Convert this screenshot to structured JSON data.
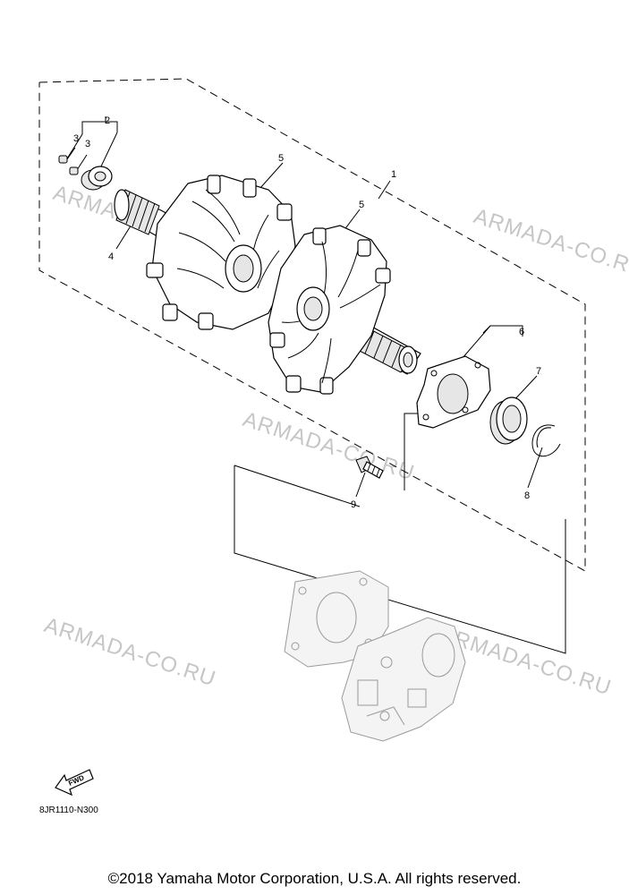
{
  "callouts": {
    "c1": "1",
    "c2": "2",
    "c3a": "3",
    "c3b": "3",
    "c4": "4",
    "c5a": "5",
    "c5b": "5",
    "c6": "6",
    "c7": "7",
    "c8": "8",
    "c9": "9"
  },
  "watermarks": {
    "w1": "ARMADA-CO.RU",
    "w2": "ARMADA-CO.RU",
    "w3": "ARMADA-CO.RU",
    "w4": "ARMADA-CO.RU",
    "w5": "ARMADA-CO.RU"
  },
  "fwd_label": "FWD",
  "diagram_code": "8JR1110-N300",
  "copyright": "©2018 Yamaha Motor Corporation, U.S.A. All rights reserved."
}
